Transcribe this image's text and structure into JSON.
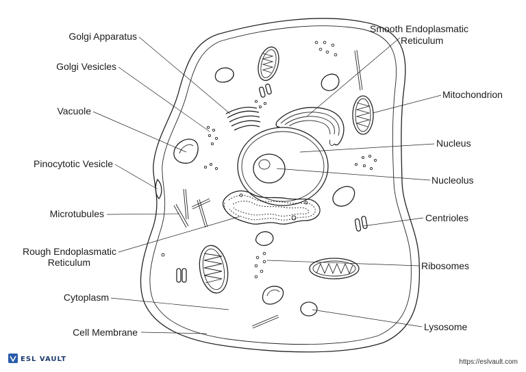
{
  "labels": {
    "golgi_apparatus": "Golgi Apparatus",
    "golgi_vesicles": "Golgi Vesicles",
    "vacuole": "Vacuole",
    "pinocytotic_vesicle": "Pinocytotic Vesicle",
    "microtubules": "Microtubules",
    "rough_er_line1": "Rough Endoplasmatic",
    "rough_er_line2": "Reticulum",
    "cytoplasm": "Cytoplasm",
    "cell_membrane": "Cell Membrane",
    "smooth_er_line1": "Smooth Endoplasmatic",
    "smooth_er_line2": "Reticulum",
    "mitochondrion": "Mitochondrion",
    "nucleus": "Nucleus",
    "nucleolus": "Nucleolus",
    "centrioles": "Centrioles",
    "ribosomes": "Ribosomes",
    "lysosome": "Lysosome"
  },
  "footer": {
    "brand": "ESL VAULT",
    "url": "https://eslvault.com"
  }
}
